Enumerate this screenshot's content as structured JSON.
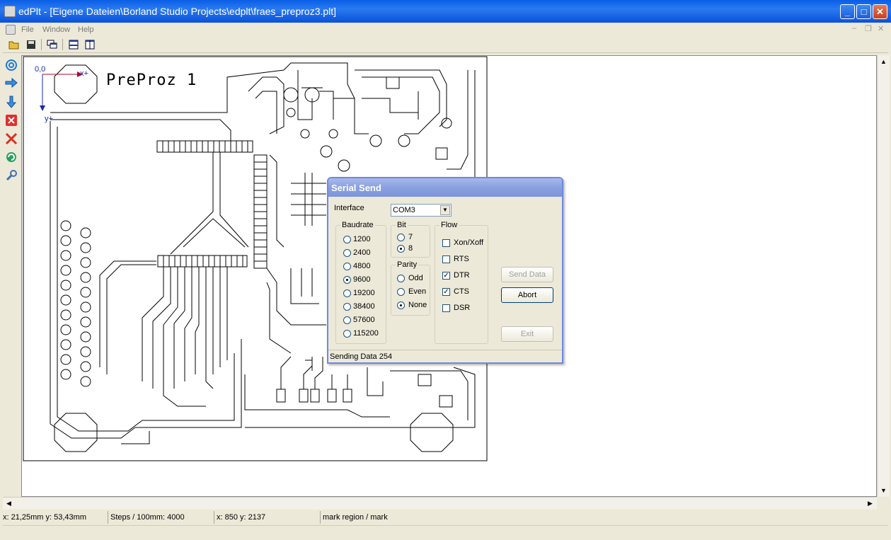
{
  "window": {
    "title": "edPlt - [Eigene Dateien\\Borland Studio Projects\\edplt\\fraes_preproz3.plt]"
  },
  "menu": {
    "items": [
      "File",
      "Window",
      "Help"
    ]
  },
  "canvas": {
    "origin_label": "0,0",
    "x_axis_label": "x+",
    "y_axis_label": "y+",
    "board_title": "PreProz 1"
  },
  "dialog": {
    "title": "Serial Send",
    "interface_label": "Interface",
    "interface_value": "COM3",
    "baudrate": {
      "label": "Baudrate",
      "options": [
        "1200",
        "2400",
        "4800",
        "9600",
        "19200",
        "38400",
        "57600",
        "115200"
      ],
      "selected": "9600"
    },
    "bit": {
      "label": "Bit",
      "options": [
        "7",
        "8"
      ],
      "selected": "8"
    },
    "parity": {
      "label": "Parity",
      "options": [
        "Odd",
        "Even",
        "None"
      ],
      "selected": "None"
    },
    "flow": {
      "label": "Flow",
      "options": [
        {
          "label": "Xon/Xoff",
          "checked": false
        },
        {
          "label": "RTS",
          "checked": false
        },
        {
          "label": "DTR",
          "checked": true
        },
        {
          "label": "CTS",
          "checked": true
        },
        {
          "label": "DSR",
          "checked": false
        }
      ]
    },
    "send_button": "Send Data",
    "abort_button": "Abort",
    "exit_button": "Exit",
    "status": "Sending Data 254"
  },
  "statusbar": {
    "coords_mm": "x: 21,25mm y: 53,43mm",
    "steps": "Steps / 100mm: 4000",
    "coords_steps": "x: 850 y: 2137",
    "mode": "mark region / mark"
  }
}
